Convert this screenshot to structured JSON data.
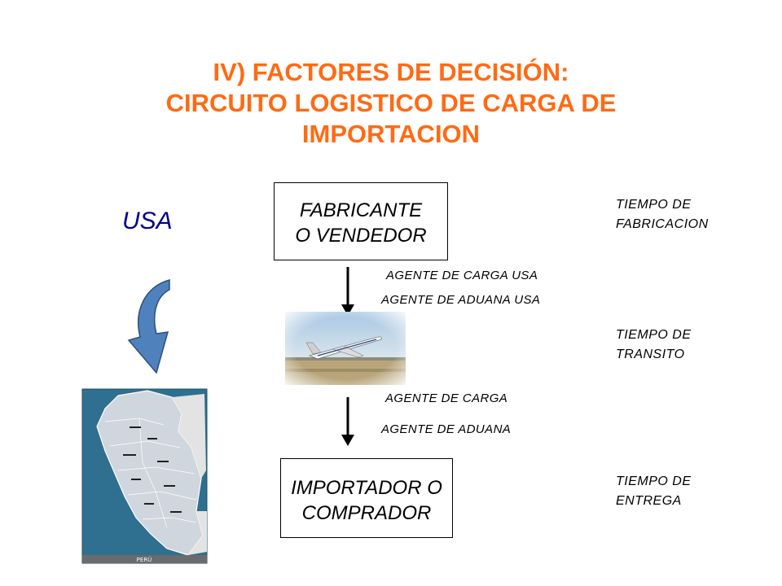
{
  "title": {
    "line1": "IV) FACTORES DE DECISIÓN:",
    "line2": "CIRCUITO LOGISTICO DE CARGA DE",
    "line3": "IMPORTACION"
  },
  "origin_label": "USA",
  "fabricante_box": {
    "line1": "FABRICANTE",
    "line2": "O VENDEDOR"
  },
  "importador_box": {
    "line1": "IMPORTADOR O",
    "line2": "COMPRADOR"
  },
  "agents_top": {
    "carga": "AGENTE DE CARGA USA",
    "aduana": "AGENTE DE ADUANA USA"
  },
  "agents_bottom": {
    "carga": "AGENTE DE CARGA",
    "aduana": "AGENTE DE ADUANA"
  },
  "times": {
    "fabricacion": {
      "line1": "TIEMPO DE",
      "line2": "FABRICACION"
    },
    "transito": {
      "line1": "TIEMPO DE",
      "line2": "TRANSITO"
    },
    "entrega": {
      "line1": "TIEMPO DE",
      "line2": "ENTREGA"
    }
  },
  "map": {
    "country_label": "PERÚ"
  },
  "colors": {
    "title": "#ff6a13",
    "usa": "#00008b",
    "curve_arrow": "#4f81bd",
    "sea": "#2f6f8f"
  }
}
